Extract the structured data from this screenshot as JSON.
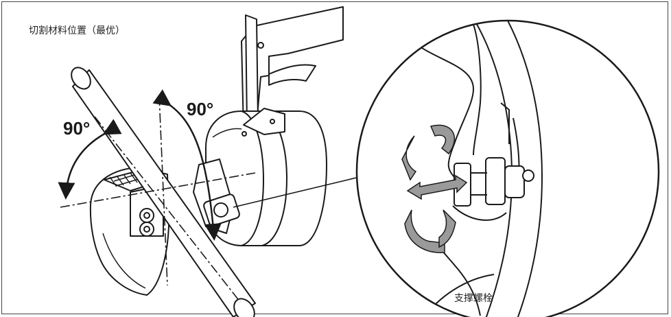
{
  "labels": {
    "title": "切割材料位置（最优）",
    "angle_left": "90°",
    "angle_right": "90°",
    "support_bolt": "支撑螺栓"
  },
  "colors": {
    "line": "#1a1a1a",
    "arrow_fill": "#9a9a9a",
    "background": "#ffffff"
  }
}
